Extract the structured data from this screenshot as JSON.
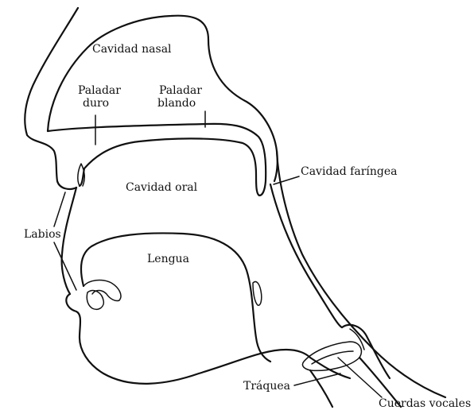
{
  "labels": {
    "nasal_cavity": "Cavidad nasal",
    "hard_palate_1": "Paladar",
    "hard_palate_2": "duro",
    "soft_palate_1": "Paladar",
    "soft_palate_2": "blando",
    "oral_cavity": "Cavidad oral",
    "pharynx": "Cavidad faríngea",
    "lips": "Labios",
    "tongue": "Lengua",
    "trachea": "Tráquea",
    "vocal_cords": "Cuerdas vocales"
  }
}
